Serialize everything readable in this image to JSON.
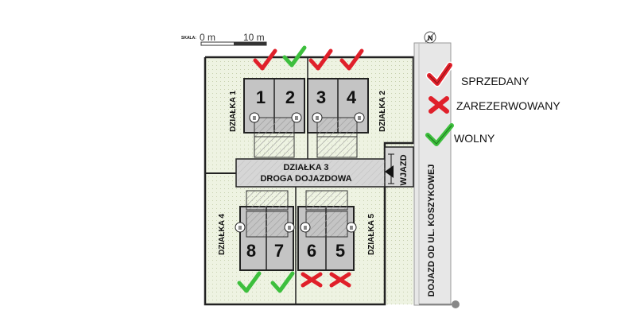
{
  "scale": {
    "label": "SKALA:",
    "zero": "0 m",
    "ten": "10 m"
  },
  "north": "N",
  "plots": {
    "d1": "DZIAŁKA 1",
    "d2": "DZIAŁKA 2",
    "d3_line1": "DZIAŁKA 3",
    "d3_line2": "DROGA DOJAZDOWA",
    "d4": "DZIAŁKA 4",
    "d5": "DZIAŁKA 5"
  },
  "entrance": "WJAZD",
  "access_road": "DOJAZD OD UL. KOSZYKOWEJ",
  "units": [
    {
      "number": "1",
      "status": "sold"
    },
    {
      "number": "2",
      "status": "free"
    },
    {
      "number": "3",
      "status": "sold"
    },
    {
      "number": "4",
      "status": "sold"
    },
    {
      "number": "8",
      "status": "free"
    },
    {
      "number": "7",
      "status": "free"
    },
    {
      "number": "6",
      "status": "reserved"
    },
    {
      "number": "5",
      "status": "reserved"
    }
  ],
  "floor_marker": "II",
  "legend": {
    "sold": "SPRZEDANY",
    "reserved": "ZAREZERWOWANY",
    "free": "WOLNY"
  },
  "colors": {
    "sold": "#e0202a",
    "reserved": "#e0202a",
    "free": "#3dbf3d",
    "plot_fill": "#eef3e2",
    "building_fill": "#c4c4c4",
    "road_fill": "#d6d6d6"
  }
}
